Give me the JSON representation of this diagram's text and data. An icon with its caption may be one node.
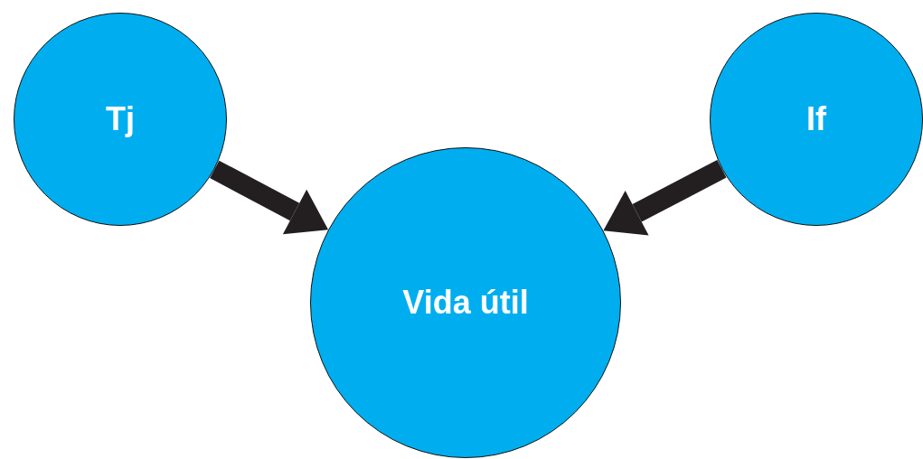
{
  "diagram": {
    "nodes": [
      {
        "text": [
          "Tj"
        ]
      },
      {
        "text": [
          "If"
        ]
      },
      {
        "text": [
          "Vida útil"
        ]
      }
    ],
    "edges": [
      {
        "from": 0,
        "to": 2,
        "arrow": "to"
      },
      {
        "from": 1,
        "to": 2,
        "arrow": "to"
      }
    ]
  }
}
